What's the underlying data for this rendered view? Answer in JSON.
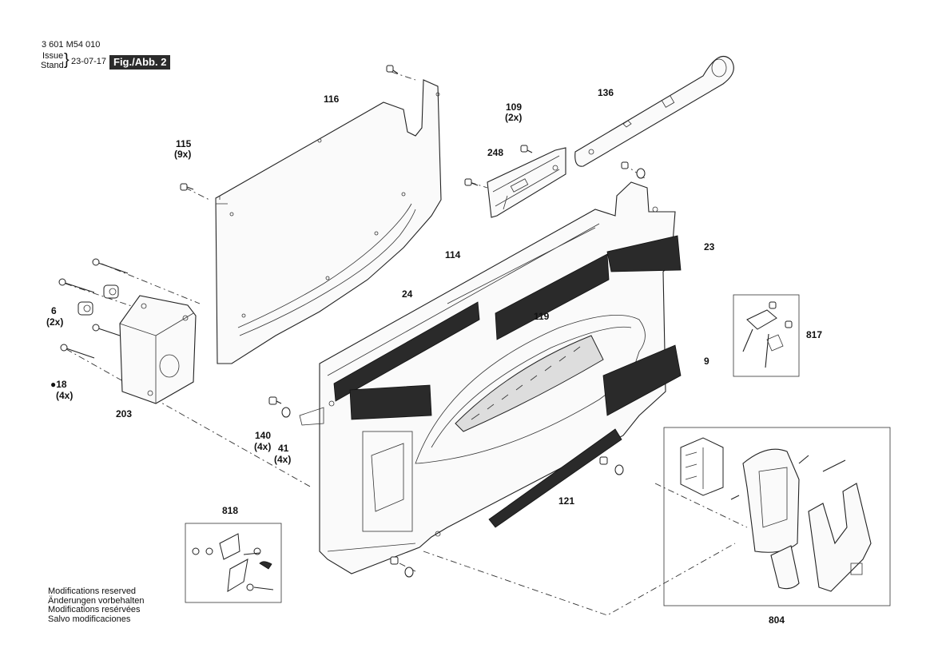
{
  "header": {
    "part_number": "3 601 M54 010",
    "issue_label": "Issue",
    "stand_label": "Stand",
    "date": "23-07-17",
    "figure": "Fig./Abb. 2"
  },
  "footer": {
    "lines": [
      "Modifications reserved",
      "Änderungen vorbehalten",
      "Modifications resérvées",
      "Salvo modificaciones"
    ]
  },
  "callouts": {
    "c116": "116",
    "c115": "115",
    "c115q": "(9x)",
    "c109": "109",
    "c109q": "(2x)",
    "c136": "136",
    "c248": "248",
    "c23": "23",
    "c114": "114",
    "c24": "24",
    "c119": "119",
    "c9": "9",
    "c6": "6",
    "c6q": "(2x)",
    "c18": "18",
    "c18q": "(4x)",
    "c203": "203",
    "c140": "140",
    "c140q": "(4x)",
    "c41": "41",
    "c41q": "(4x)",
    "c121": "121",
    "c817": "817",
    "c818": "818",
    "c804": "804"
  },
  "colors": {
    "ink": "#222222",
    "badge_bg": "#2b2b2b",
    "label_black": "#2a2a2a"
  }
}
